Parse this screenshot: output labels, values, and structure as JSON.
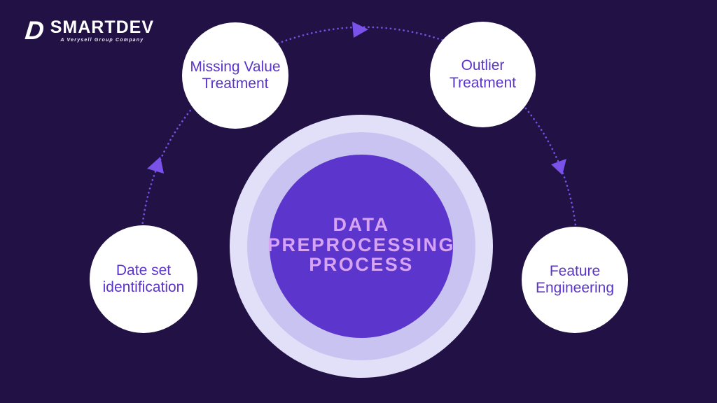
{
  "logo": {
    "mark": "D",
    "name": "SMARTDEV",
    "tagline": "A Verysell Group Company"
  },
  "diagram": {
    "center_title": "DATA\nPREPROCESSING\nPROCESS",
    "nodes": {
      "dataset": {
        "label": "Date set\nidentification"
      },
      "missing_value": {
        "label": "Missing Value\nTreatment"
      },
      "outlier": {
        "label": "Outlier\nTreatment"
      },
      "feature": {
        "label": "Feature\nEngineering"
      }
    },
    "flow_order": [
      "Date set identification",
      "Missing Value Treatment",
      "Outlier Treatment",
      "Feature Engineering"
    ],
    "colors": {
      "background": "#211144",
      "center_inner_circle": "#5c35cd",
      "center_ring_middle": "#c8c3f1",
      "center_ring_outer": "#e2dff8",
      "center_text": "#d7a3f3",
      "node_fill": "#ffffff",
      "node_text": "#5b35c8",
      "connector_dots": "#6f52e0",
      "arrowheads": "#7a52e9",
      "logo_text": "#ffffff"
    }
  }
}
